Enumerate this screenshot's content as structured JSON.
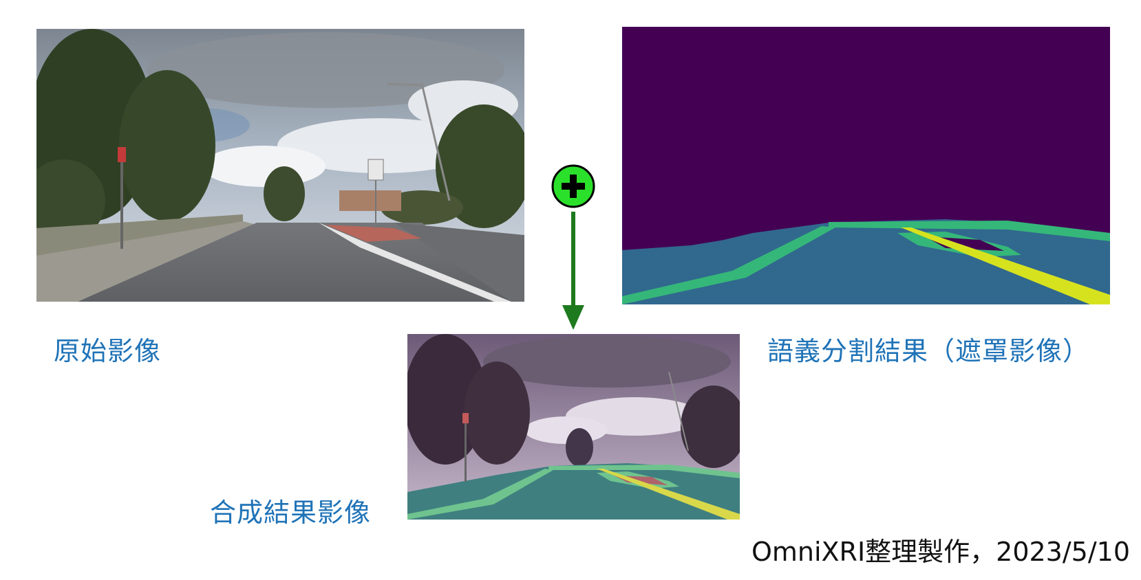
{
  "labels": {
    "original": "原始影像",
    "segmentation": "語義分割結果（遮罩影像）",
    "composite": "合成結果影像"
  },
  "credit": "OmniXRI整理製作，2023/5/10",
  "icons": {
    "plus": "plus-circle-icon",
    "arrow": "arrow-down-icon"
  },
  "colors": {
    "label_text": "#1f73b7",
    "plus_fill": "#2be02b",
    "arrow": "#1e7a1e",
    "mask_background": "#440154",
    "mask_road": "#31688e",
    "mask_curb": "#35b779",
    "mask_lane_line": "#d7e21f"
  }
}
